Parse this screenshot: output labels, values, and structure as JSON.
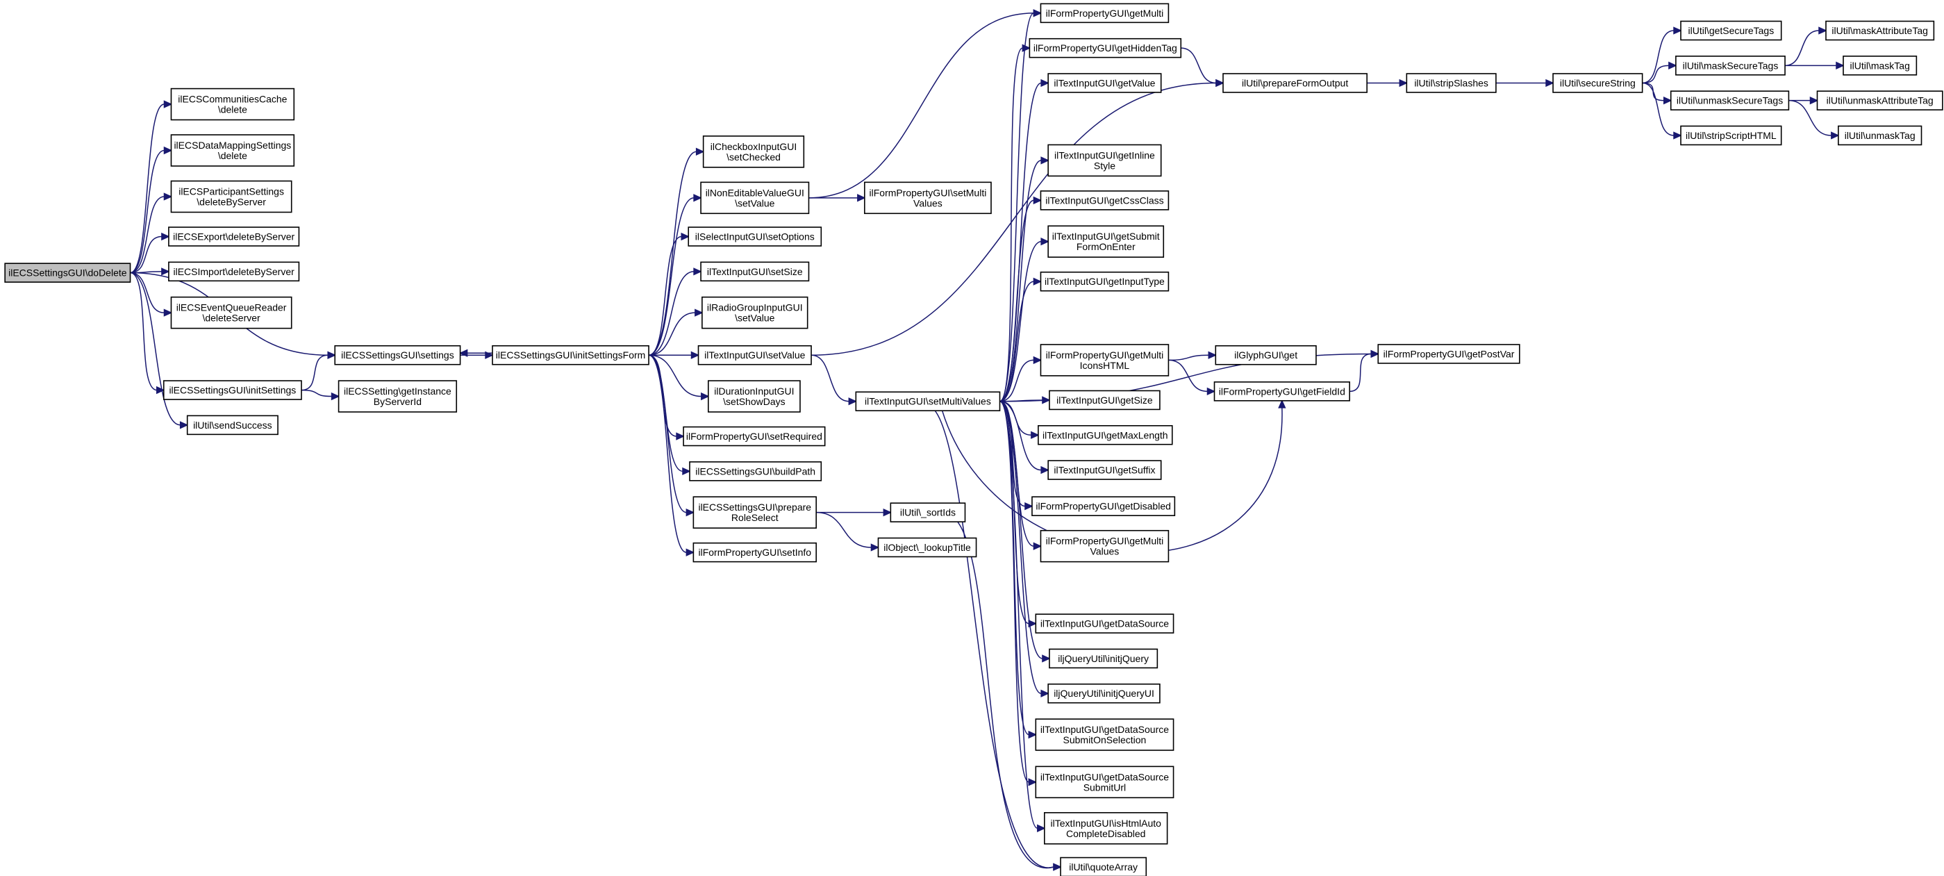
{
  "diagram": {
    "colors": {
      "edge": "#191970",
      "node_fill": "#ffffff",
      "root_fill": "#bfbfbf",
      "node_stroke": "#000000"
    },
    "nodes": [
      {
        "id": "doDelete",
        "lines": [
          "ilECSSettingsGUI\\doDelete"
        ],
        "root": true
      },
      {
        "id": "commCacheDelete",
        "lines": [
          "ilECSCommunitiesCache",
          "\\delete"
        ]
      },
      {
        "id": "dataMappingDelete",
        "lines": [
          "ilECSDataMappingSettings",
          "\\delete"
        ]
      },
      {
        "id": "participantDelete",
        "lines": [
          "ilECSParticipantSettings",
          "\\deleteByServer"
        ]
      },
      {
        "id": "exportDelete",
        "lines": [
          "ilECSExport\\deleteByServer"
        ]
      },
      {
        "id": "importDelete",
        "lines": [
          "ilECSImport\\deleteByServer"
        ]
      },
      {
        "id": "eventQueueDelete",
        "lines": [
          "ilECSEventQueueReader",
          "\\deleteServer"
        ]
      },
      {
        "id": "settings",
        "lines": [
          "ilECSSettingsGUI\\settings"
        ]
      },
      {
        "id": "initSettings",
        "lines": [
          "ilECSSettingsGUI\\initSettings"
        ]
      },
      {
        "id": "sendSuccess",
        "lines": [
          "ilUtil\\sendSuccess"
        ]
      },
      {
        "id": "getInstance",
        "lines": [
          "ilECSSetting\\getInstance",
          "ByServerId"
        ]
      },
      {
        "id": "initSettingsForm",
        "lines": [
          "ilECSSettingsGUI\\initSettingsForm"
        ]
      },
      {
        "id": "cbSetChecked",
        "lines": [
          "ilCheckboxInputGUI",
          "\\setChecked"
        ]
      },
      {
        "id": "nevSetValue",
        "lines": [
          "ilNonEditableValueGUI",
          "\\setValue"
        ]
      },
      {
        "id": "selSetOptions",
        "lines": [
          "ilSelectInputGUI\\setOptions"
        ]
      },
      {
        "id": "tiSetSize",
        "lines": [
          "ilTextInputGUI\\setSize"
        ]
      },
      {
        "id": "rgSetValue",
        "lines": [
          "ilRadioGroupInputGUI",
          "\\setValue"
        ]
      },
      {
        "id": "tiSetValue",
        "lines": [
          "ilTextInputGUI\\setValue"
        ]
      },
      {
        "id": "durSetShowDays",
        "lines": [
          "ilDurationInputGUI",
          "\\setShowDays"
        ]
      },
      {
        "id": "fpSetRequired",
        "lines": [
          "ilFormPropertyGUI\\setRequired"
        ]
      },
      {
        "id": "buildPath",
        "lines": [
          "ilECSSettingsGUI\\buildPath"
        ]
      },
      {
        "id": "prepareRoleSelect",
        "lines": [
          "ilECSSettingsGUI\\prepare",
          "RoleSelect"
        ]
      },
      {
        "id": "fpSetInfo",
        "lines": [
          "ilFormPropertyGUI\\setInfo"
        ]
      },
      {
        "id": "fpSetMultiValues",
        "lines": [
          "ilFormPropertyGUI\\setMulti",
          "Values"
        ]
      },
      {
        "id": "tiSetMultiValues",
        "lines": [
          "ilTextInputGUI\\setMultiValues"
        ]
      },
      {
        "id": "sortIds",
        "lines": [
          "ilUtil\\_sortIds"
        ]
      },
      {
        "id": "lookupTitle",
        "lines": [
          "ilObject\\_lookupTitle"
        ]
      },
      {
        "id": "fpGetMulti",
        "lines": [
          "ilFormPropertyGUI\\getMulti"
        ]
      },
      {
        "id": "fpGetHiddenTag",
        "lines": [
          "ilFormPropertyGUI\\getHiddenTag"
        ]
      },
      {
        "id": "tiGetValue",
        "lines": [
          "ilTextInputGUI\\getValue"
        ]
      },
      {
        "id": "tiGetInlineStyle",
        "lines": [
          "ilTextInputGUI\\getInline",
          "Style"
        ]
      },
      {
        "id": "tiGetCssClass",
        "lines": [
          "ilTextInputGUI\\getCssClass"
        ]
      },
      {
        "id": "tiGetSubmitFormOnEnter",
        "lines": [
          "ilTextInputGUI\\getSubmit",
          "FormOnEnter"
        ]
      },
      {
        "id": "tiGetInputType",
        "lines": [
          "ilTextInputGUI\\getInputType"
        ]
      },
      {
        "id": "fpGetMultiIconsHTML",
        "lines": [
          "ilFormPropertyGUI\\getMulti",
          "IconsHTML"
        ]
      },
      {
        "id": "tiGetSize",
        "lines": [
          "ilTextInputGUI\\getSize"
        ]
      },
      {
        "id": "tiGetMaxLength",
        "lines": [
          "ilTextInputGUI\\getMaxLength"
        ]
      },
      {
        "id": "tiGetSuffix",
        "lines": [
          "ilTextInputGUI\\getSuffix"
        ]
      },
      {
        "id": "fpGetDisabled",
        "lines": [
          "ilFormPropertyGUI\\getDisabled"
        ]
      },
      {
        "id": "fpGetMultiValues",
        "lines": [
          "ilFormPropertyGUI\\getMulti",
          "Values"
        ]
      },
      {
        "id": "tiGetDataSource",
        "lines": [
          "ilTextInputGUI\\getDataSource"
        ]
      },
      {
        "id": "jqInitjQuery",
        "lines": [
          "iljQueryUtil\\initjQuery"
        ]
      },
      {
        "id": "jqInitjQueryUI",
        "lines": [
          "iljQueryUtil\\initjQueryUI"
        ]
      },
      {
        "id": "tiGetDSSubmitOnSel",
        "lines": [
          "ilTextInputGUI\\getDataSource",
          "SubmitOnSelection"
        ]
      },
      {
        "id": "tiGetDSSubmitUrl",
        "lines": [
          "ilTextInputGUI\\getDataSource",
          "SubmitUrl"
        ]
      },
      {
        "id": "tiIsHtmlAutoComplete",
        "lines": [
          "ilTextInputGUI\\isHtmlAuto",
          "CompleteDisabled"
        ]
      },
      {
        "id": "quoteArray",
        "lines": [
          "ilUtil\\quoteArray"
        ]
      },
      {
        "id": "prepareFormOutput",
        "lines": [
          "ilUtil\\prepareFormOutput"
        ]
      },
      {
        "id": "glyphGet",
        "lines": [
          "ilGlyphGUI\\get"
        ]
      },
      {
        "id": "fpGetFieldId",
        "lines": [
          "ilFormPropertyGUI\\getFieldId"
        ]
      },
      {
        "id": "fpGetPostVar",
        "lines": [
          "ilFormPropertyGUI\\getPostVar"
        ]
      },
      {
        "id": "stripSlashes",
        "lines": [
          "ilUtil\\stripSlashes"
        ]
      },
      {
        "id": "secureString",
        "lines": [
          "ilUtil\\secureString"
        ]
      },
      {
        "id": "getSecureTags",
        "lines": [
          "ilUtil\\getSecureTags"
        ]
      },
      {
        "id": "maskSecureTags",
        "lines": [
          "ilUtil\\maskSecureTags"
        ]
      },
      {
        "id": "unmaskSecureTags",
        "lines": [
          "ilUtil\\unmaskSecureTags"
        ]
      },
      {
        "id": "stripScriptHTML",
        "lines": [
          "ilUtil\\stripScriptHTML"
        ]
      },
      {
        "id": "maskAttributeTag",
        "lines": [
          "ilUtil\\maskAttributeTag"
        ]
      },
      {
        "id": "maskTag",
        "lines": [
          "ilUtil\\maskTag"
        ]
      },
      {
        "id": "unmaskAttributeTag",
        "lines": [
          "ilUtil\\unmaskAttributeTag"
        ]
      },
      {
        "id": "unmaskTag",
        "lines": [
          "ilUtil\\unmaskTag"
        ]
      }
    ],
    "edges": [
      [
        "doDelete",
        "commCacheDelete"
      ],
      [
        "doDelete",
        "dataMappingDelete"
      ],
      [
        "doDelete",
        "participantDelete"
      ],
      [
        "doDelete",
        "exportDelete"
      ],
      [
        "doDelete",
        "importDelete"
      ],
      [
        "doDelete",
        "eventQueueDelete"
      ],
      [
        "doDelete",
        "settings"
      ],
      [
        "doDelete",
        "initSettings"
      ],
      [
        "doDelete",
        "sendSuccess"
      ],
      [
        "initSettings",
        "settings"
      ],
      [
        "initSettings",
        "getInstance"
      ],
      [
        "settings",
        "initSettingsForm"
      ],
      [
        "initSettingsForm",
        "settings"
      ],
      [
        "initSettingsForm",
        "cbSetChecked"
      ],
      [
        "initSettingsForm",
        "nevSetValue"
      ],
      [
        "initSettingsForm",
        "selSetOptions"
      ],
      [
        "initSettingsForm",
        "tiSetSize"
      ],
      [
        "initSettingsForm",
        "rgSetValue"
      ],
      [
        "initSettingsForm",
        "tiSetValue"
      ],
      [
        "initSettingsForm",
        "durSetShowDays"
      ],
      [
        "initSettingsForm",
        "fpSetRequired"
      ],
      [
        "initSettingsForm",
        "buildPath"
      ],
      [
        "initSettingsForm",
        "prepareRoleSelect"
      ],
      [
        "initSettingsForm",
        "fpSetInfo"
      ],
      [
        "nevSetValue",
        "fpGetMulti"
      ],
      [
        "nevSetValue",
        "fpSetMultiValues"
      ],
      [
        "tiSetValue",
        "prepareFormOutput"
      ],
      [
        "tiSetValue",
        "tiSetMultiValues"
      ],
      [
        "prepareRoleSelect",
        "sortIds"
      ],
      [
        "prepareRoleSelect",
        "lookupTitle"
      ],
      [
        "sortIds",
        "quoteArray"
      ],
      [
        "tiSetMultiValues",
        "fpGetMulti"
      ],
      [
        "tiSetMultiValues",
        "fpGetHiddenTag"
      ],
      [
        "tiSetMultiValues",
        "tiGetValue"
      ],
      [
        "tiSetMultiValues",
        "tiGetInlineStyle"
      ],
      [
        "tiSetMultiValues",
        "tiGetCssClass"
      ],
      [
        "tiSetMultiValues",
        "tiGetSubmitFormOnEnter"
      ],
      [
        "tiSetMultiValues",
        "tiGetInputType"
      ],
      [
        "tiSetMultiValues",
        "fpGetPostVar"
      ],
      [
        "tiSetMultiValues",
        "fpGetMultiIconsHTML"
      ],
      [
        "tiSetMultiValues",
        "tiGetSize"
      ],
      [
        "tiSetMultiValues",
        "tiGetMaxLength"
      ],
      [
        "tiSetMultiValues",
        "tiGetSuffix"
      ],
      [
        "tiSetMultiValues",
        "fpGetDisabled"
      ],
      [
        "tiSetMultiValues",
        "fpGetMultiValues"
      ],
      [
        "tiSetMultiValues",
        "fpGetFieldId"
      ],
      [
        "tiSetMultiValues",
        "tiGetDataSource"
      ],
      [
        "tiSetMultiValues",
        "jqInitjQuery"
      ],
      [
        "tiSetMultiValues",
        "jqInitjQueryUI"
      ],
      [
        "tiSetMultiValues",
        "tiGetDSSubmitOnSel"
      ],
      [
        "tiSetMultiValues",
        "tiGetDSSubmitUrl"
      ],
      [
        "tiSetMultiValues",
        "tiIsHtmlAutoComplete"
      ],
      [
        "tiSetMultiValues",
        "quoteArray"
      ],
      [
        "fpGetHiddenTag",
        "prepareFormOutput"
      ],
      [
        "prepareFormOutput",
        "stripSlashes"
      ],
      [
        "stripSlashes",
        "secureString"
      ],
      [
        "fpGetMultiIconsHTML",
        "glyphGet"
      ],
      [
        "fpGetMultiIconsHTML",
        "fpGetFieldId"
      ],
      [
        "fpGetFieldId",
        "fpGetPostVar"
      ],
      [
        "secureString",
        "getSecureTags"
      ],
      [
        "secureString",
        "maskSecureTags"
      ],
      [
        "secureString",
        "unmaskSecureTags"
      ],
      [
        "secureString",
        "stripScriptHTML"
      ],
      [
        "maskSecureTags",
        "maskAttributeTag"
      ],
      [
        "maskSecureTags",
        "maskTag"
      ],
      [
        "unmaskSecureTags",
        "unmaskAttributeTag"
      ],
      [
        "unmaskSecureTags",
        "unmaskTag"
      ]
    ]
  }
}
